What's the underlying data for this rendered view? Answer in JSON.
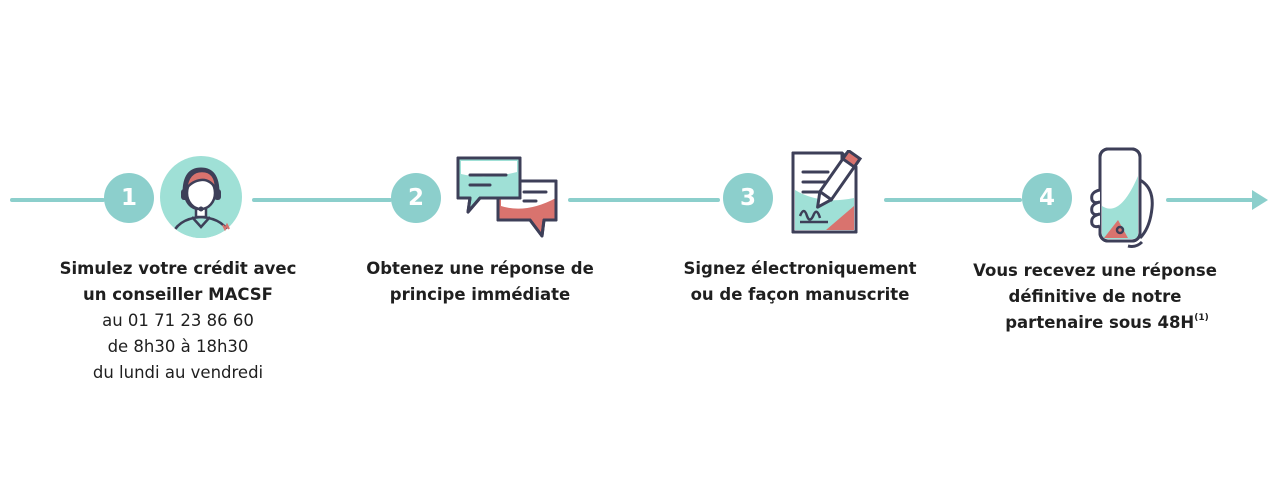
{
  "colors": {
    "accent": "#8ccfcc",
    "coral": "#d9736e",
    "outline": "#3d3f58"
  },
  "icons": [
    "advisor-headset-icon",
    "chat-bubbles-icon",
    "document-signature-icon",
    "smartphone-hand-icon"
  ],
  "steps": [
    {
      "number": "1",
      "title_lines": [
        "Simulez votre crédit avec",
        "un conseiller MACSF"
      ],
      "detail_lines": [
        "au 01 71 23 86 60",
        "de 8h30 à 18h30",
        "du lundi au vendredi"
      ]
    },
    {
      "number": "2",
      "title_lines": [
        "Obtenez une réponse de",
        "principe immédiate"
      ]
    },
    {
      "number": "3",
      "title_lines": [
        "Signez électroniquement",
        "ou de façon manuscrite"
      ]
    },
    {
      "number": "4",
      "title_lines": [
        "Vous recevez une réponse",
        "définitive de notre",
        "partenaire sous 48H"
      ],
      "footnote_mark": "(1)"
    }
  ]
}
